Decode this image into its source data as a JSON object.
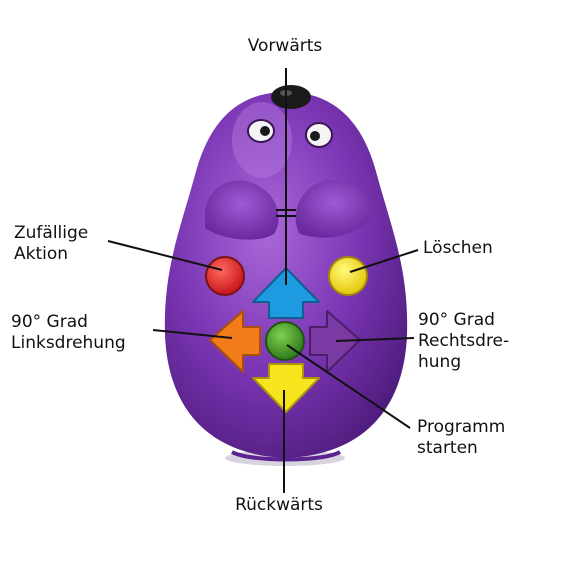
{
  "labels": {
    "forward": "Vorwärts",
    "random_action": [
      "Zufällige",
      "Aktion"
    ],
    "clear": "Löschen",
    "turn_left": [
      "90° Grad",
      "Linksdrehung"
    ],
    "turn_right": [
      "90° Grad",
      "Rechtsdre-",
      "hung"
    ],
    "start_program": [
      "Programm",
      "starten"
    ],
    "backward": "Rückwärts"
  },
  "colors": {
    "body": "#6f2fa6",
    "body_light": "#9a55cf",
    "body_dark": "#4a1a74",
    "random_button": "#e8262a",
    "clear_button": "#f5e11a",
    "forward_arrow": "#1e9be0",
    "left_arrow": "#f27c1a",
    "right_arrow": "#7b3aa3",
    "start_button": "#3f9a2a",
    "backward_arrow": "#f7e41c",
    "leader_line": "#111111"
  }
}
